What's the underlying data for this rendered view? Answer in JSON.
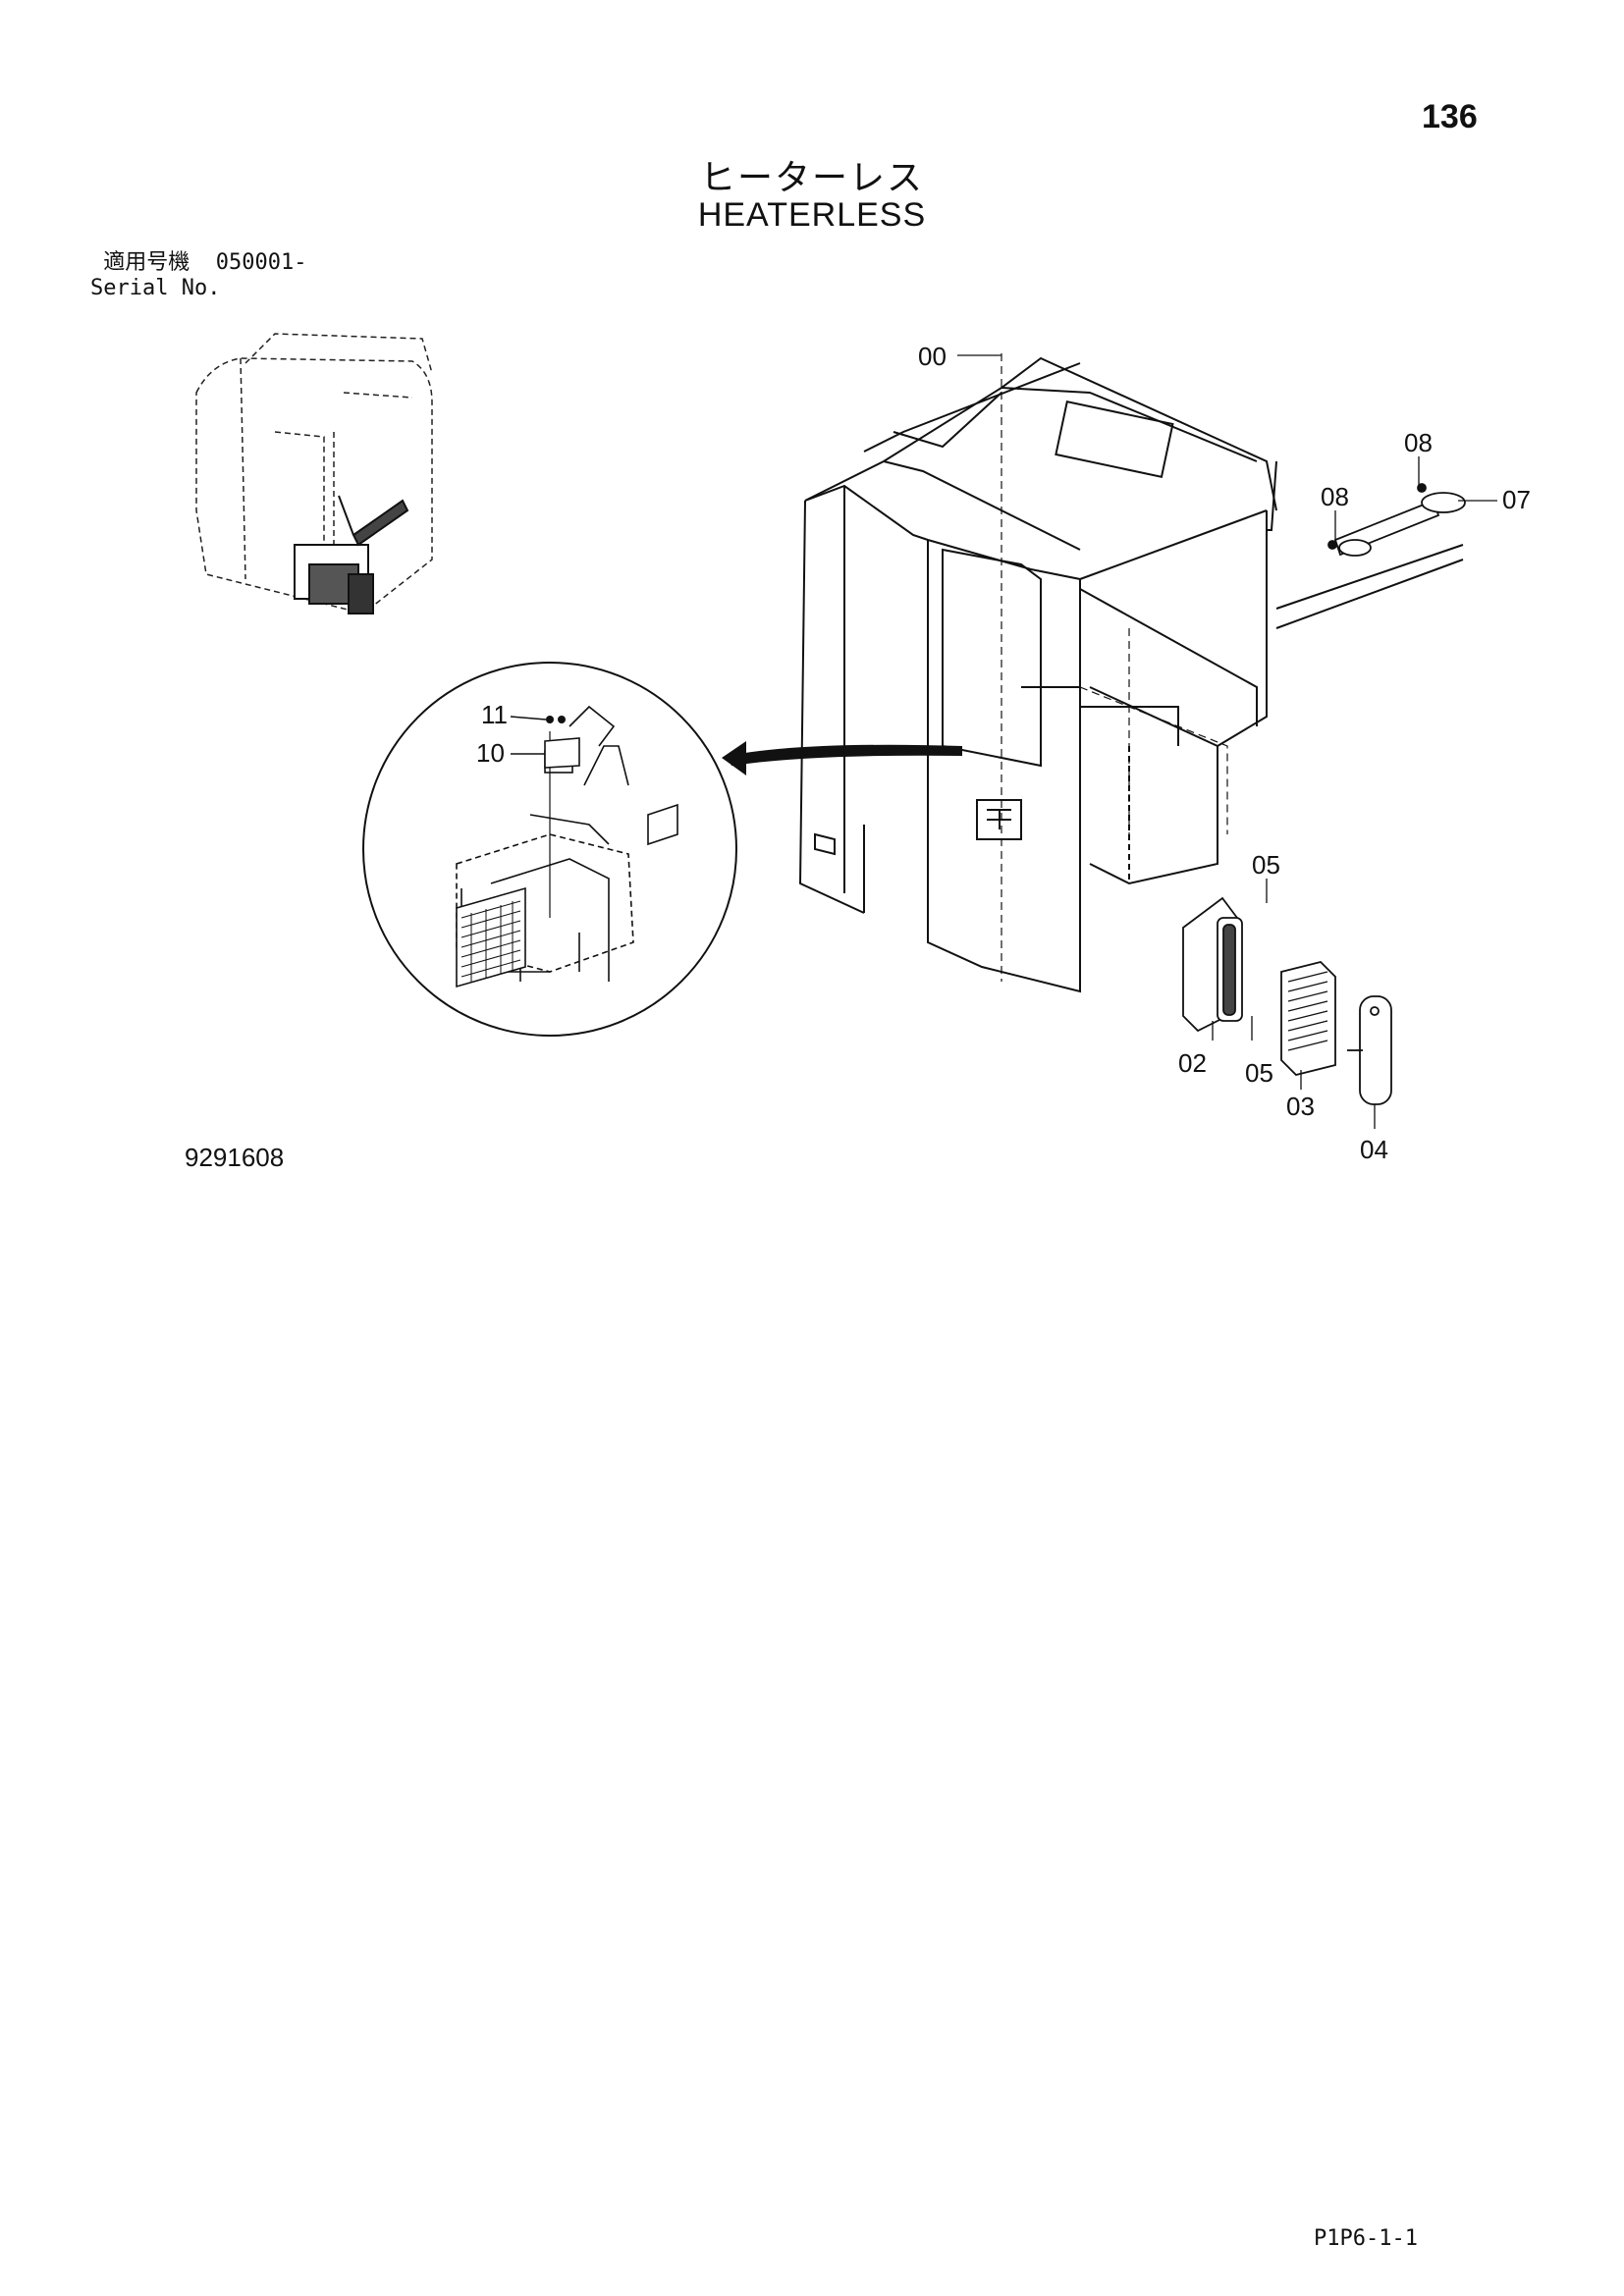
{
  "page_number": "136",
  "title": {
    "japanese": "ヒーターレス",
    "english": "HEATERLESS"
  },
  "serial": {
    "label_jp": "適用号機",
    "range": "050001-",
    "label_en": "Serial No."
  },
  "drawing_code": "9291608",
  "footer_code": "P1P6-1-1",
  "callouts": {
    "c00": "00",
    "c02": "02",
    "c03": "03",
    "c04": "04",
    "c05a": "05",
    "c05b": "05",
    "c07": "07",
    "c08a": "08",
    "c08b": "08",
    "c10": "10",
    "c11": "11"
  }
}
